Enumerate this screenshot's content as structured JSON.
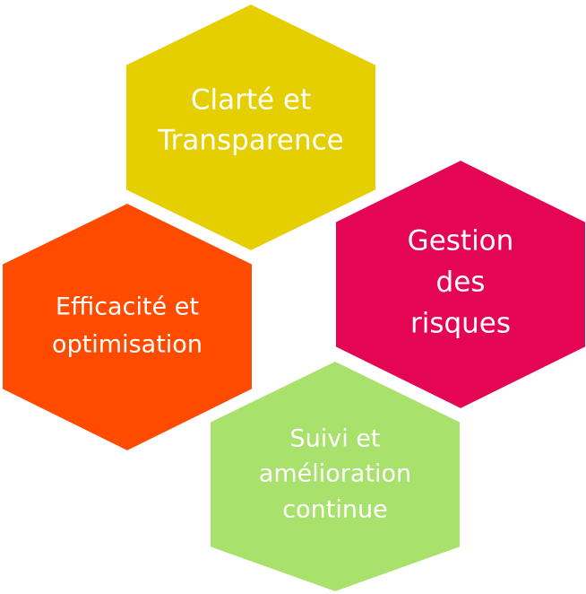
{
  "hexagons": [
    {
      "id": "clarity",
      "lines": [
        "Clarté et",
        "Transparence"
      ],
      "color": "#E6CF00"
    },
    {
      "id": "risk",
      "lines": [
        "Gestion",
        "des",
        "risques"
      ],
      "color": "#E50653"
    },
    {
      "id": "efficiency",
      "lines": [
        "Efficacité et",
        "optimisation"
      ],
      "color": "#FF4B00"
    },
    {
      "id": "improvement",
      "lines": [
        "Suivi et",
        "amélioration",
        "continue"
      ],
      "color": "#A8E16B"
    }
  ]
}
